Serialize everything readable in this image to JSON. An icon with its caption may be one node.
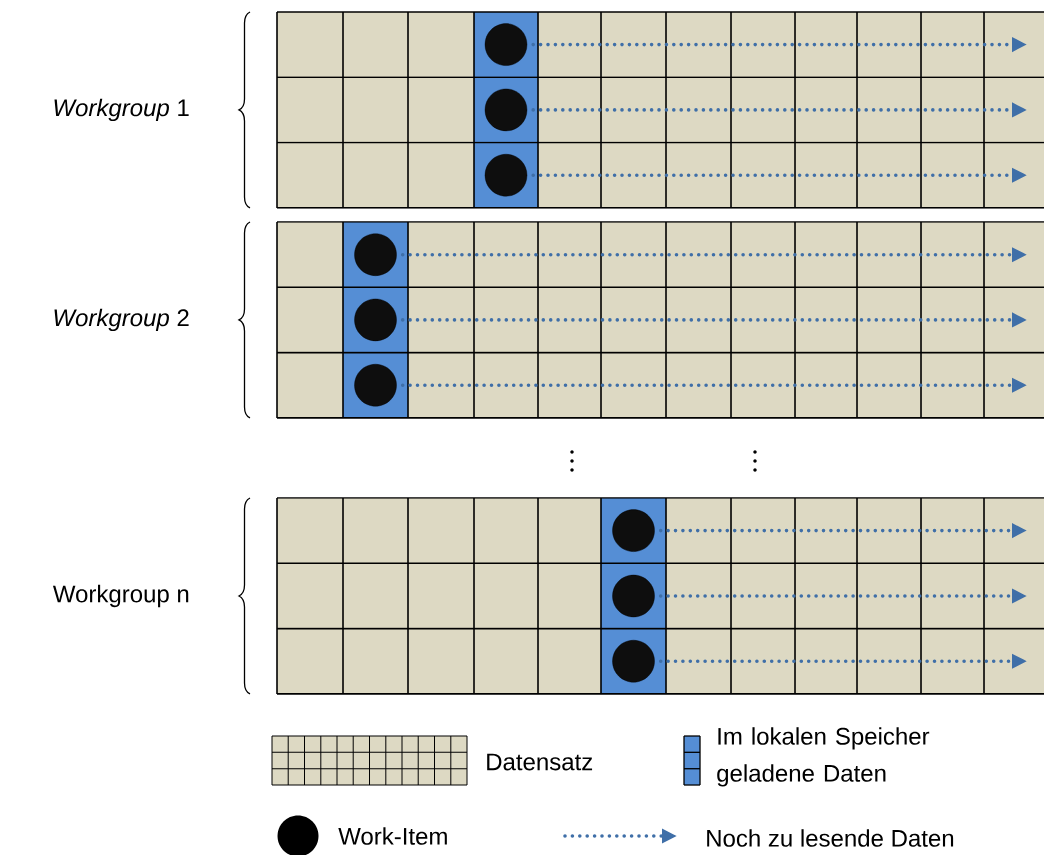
{
  "diagram": {
    "nodes": [
      {
        "text": [],
        "shape": "circle"
      },
      {
        "text": [],
        "shape": "circle"
      },
      {
        "text": [],
        "shape": "circle"
      },
      {
        "text": [],
        "shape": "circle"
      },
      {
        "text": [],
        "shape": "circle"
      },
      {
        "text": [],
        "shape": "circle"
      },
      {
        "text": [],
        "shape": "circle"
      },
      {
        "text": [],
        "shape": "circle"
      },
      {
        "text": [],
        "shape": "circle"
      }
    ],
    "edges": [
      {
        "from": 0,
        "to": null,
        "arrow": "to",
        "style": "dashed"
      },
      {
        "from": 1,
        "to": null,
        "arrow": "to",
        "style": "dashed"
      },
      {
        "from": 2,
        "to": null,
        "arrow": "to",
        "style": "dashed"
      },
      {
        "from": 3,
        "to": null,
        "arrow": "to",
        "style": "dashed"
      },
      {
        "from": 4,
        "to": null,
        "arrow": "to",
        "style": "dashed"
      },
      {
        "from": 5,
        "to": null,
        "arrow": "to",
        "style": "dashed"
      },
      {
        "from": 6,
        "to": null,
        "arrow": "to",
        "style": "dashed"
      },
      {
        "from": 7,
        "to": null,
        "arrow": "to",
        "style": "dashed"
      },
      {
        "from": 8,
        "to": null,
        "arrow": "to",
        "style": "dashed"
      }
    ],
    "labels": [
      "*Workgroup* 1",
      "*Workgroup* 2",
      "Workgroup n"
    ],
    "legend": [
      {
        "text": "Datensatz"
      },
      {
        "text": "Im lokalen Speicher geladene Daten"
      },
      {
        "text": "Work-Item"
      },
      {
        "text": "Noch zu lesende Daten"
      }
    ]
  }
}
